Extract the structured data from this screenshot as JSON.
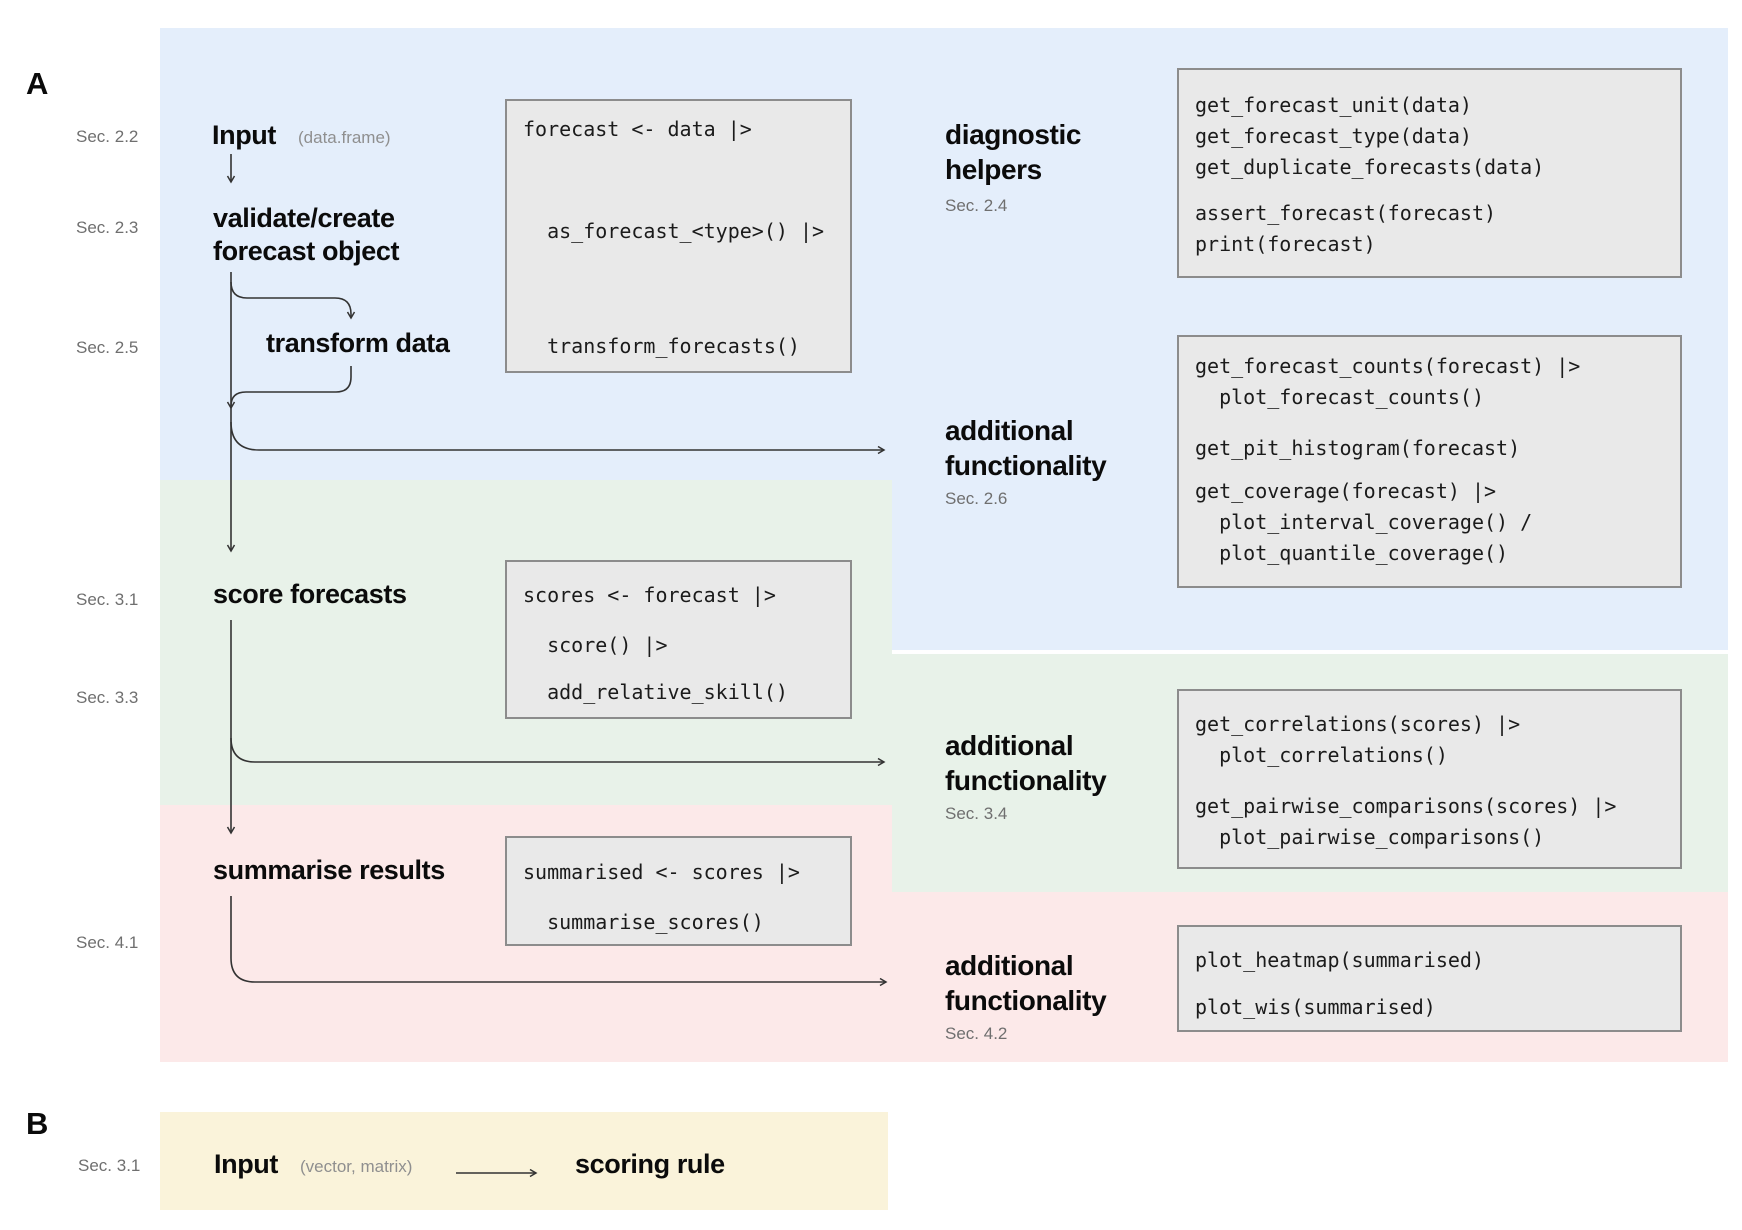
{
  "colors": {
    "band_blue": "#E4EEFB",
    "band_green": "#E8F2E9",
    "band_red": "#FCE9E9",
    "band_yellow": "#FAF3DA",
    "code_box_bg": "#E9E9E9",
    "code_box_border": "#8C8C8C",
    "arrow": "#333333",
    "muted_text": "#8F8F8F",
    "section_text": "#6F6F6F"
  },
  "panel_a": {
    "label": "A",
    "sections": {
      "s22": "Sec. 2.2",
      "s23": "Sec. 2.3",
      "s25": "Sec. 2.5",
      "s31": "Sec. 3.1",
      "s33": "Sec. 3.3",
      "s41": "Sec. 4.1"
    },
    "flow": {
      "input_label": "Input",
      "input_annotation": "(data.frame)",
      "validate_line1": "validate/create",
      "validate_line2": "forecast object",
      "transform": "transform data",
      "score": "score forecasts",
      "summarise": "summarise results"
    },
    "side_groups": {
      "diagnostic": {
        "line1": "diagnostic",
        "line2": "helpers",
        "section": "Sec. 2.4"
      },
      "af26": {
        "line1": "additional",
        "line2": "functionality",
        "section": "Sec. 2.6"
      },
      "af34": {
        "line1": "additional",
        "line2": "functionality",
        "section": "Sec. 3.4"
      },
      "af42": {
        "line1": "additional",
        "line2": "functionality",
        "section": "Sec. 4.2"
      }
    },
    "code_boxes": {
      "workflow": {
        "lines": [
          "forecast <- data |>",
          "  as_forecast_<type>() |>",
          "  transform_forecasts()"
        ]
      },
      "diagnostic": {
        "lines": [
          "get_forecast_unit(data)",
          "get_forecast_type(data)",
          "get_duplicate_forecasts(data)",
          "assert_forecast(forecast)",
          "print(forecast)"
        ]
      },
      "af26": {
        "lines": [
          "get_forecast_counts(forecast) |>",
          "  plot_forecast_counts()",
          "get_pit_histogram(forecast)",
          "get_coverage(forecast) |>",
          "  plot_interval_coverage() /",
          "  plot_quantile_coverage()"
        ]
      },
      "score": {
        "lines": [
          "scores <- forecast |>",
          "  score() |>",
          "  add_relative_skill()"
        ]
      },
      "af34": {
        "lines": [
          "get_correlations(scores) |>",
          "  plot_correlations()",
          "get_pairwise_comparisons(scores) |>",
          "  plot_pairwise_comparisons()"
        ]
      },
      "summarise": {
        "lines": [
          "summarised <- scores |>",
          "  summarise_scores()"
        ]
      },
      "af42": {
        "lines": [
          "plot_heatmap(summarised)",
          "plot_wis(summarised)"
        ]
      }
    }
  },
  "panel_b": {
    "label": "B",
    "section": "Sec. 3.1",
    "input_label": "Input",
    "input_annotation": "(vector, matrix)",
    "target": "scoring rule"
  }
}
